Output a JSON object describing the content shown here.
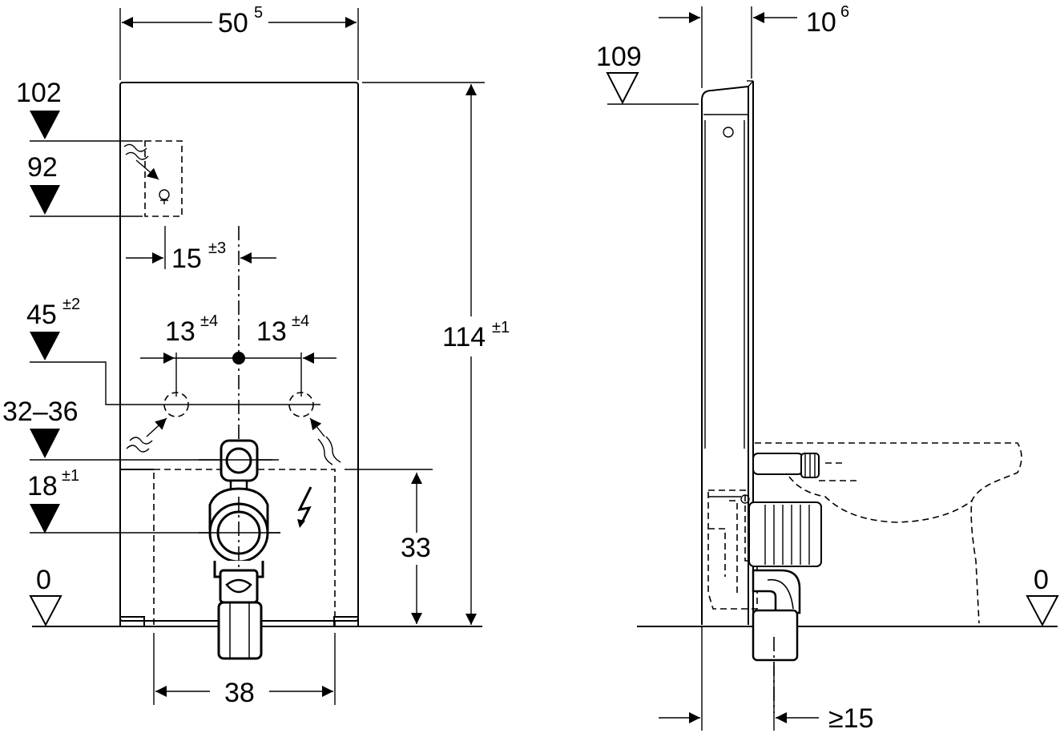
{
  "front_view": {
    "width": {
      "base": "50",
      "sup": "5"
    },
    "height": {
      "base": "114",
      "sup": "±1"
    },
    "level_102": "102",
    "level_92": "92",
    "offset_15": {
      "base": "15",
      "sup": "±3"
    },
    "level_45": {
      "base": "45",
      "sup": "±2"
    },
    "spacing_left": {
      "base": "13",
      "sup": "±4"
    },
    "spacing_right": {
      "base": "13",
      "sup": "±4"
    },
    "level_32_36": "32–36",
    "level_18": {
      "base": "18",
      "sup": "±1"
    },
    "height_33": "33",
    "width_38": "38",
    "floor_level": "0"
  },
  "side_view": {
    "depth": {
      "base": "10",
      "sup": "6"
    },
    "level_109": "109",
    "floor_level": "0",
    "min_clearance": "≥15"
  }
}
